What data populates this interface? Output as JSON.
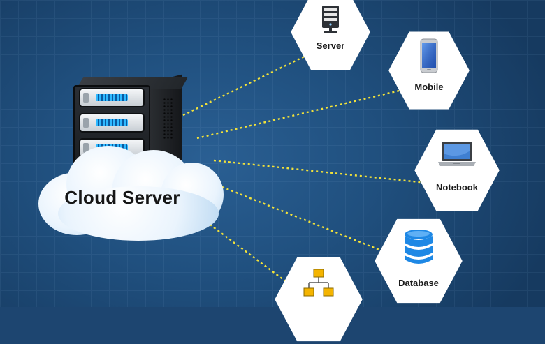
{
  "hub": {
    "label": "Cloud Server",
    "icon": "server-tower-icon"
  },
  "nodes": [
    {
      "id": "server",
      "label": "Server",
      "icon": "server-icon"
    },
    {
      "id": "mobile",
      "label": "Mobile",
      "icon": "smartphone-icon"
    },
    {
      "id": "notebook",
      "label": "Notebook",
      "icon": "laptop-icon"
    },
    {
      "id": "database",
      "label": "Database",
      "icon": "database-icon"
    },
    {
      "id": "network",
      "label": "",
      "icon": "network-topology-icon"
    }
  ],
  "colors": {
    "background": "#1d4570",
    "connector": "#f2e23a",
    "node_fill": "#ffffff",
    "database_icon": "#1e88e5",
    "network_icon": "#f4b400"
  }
}
